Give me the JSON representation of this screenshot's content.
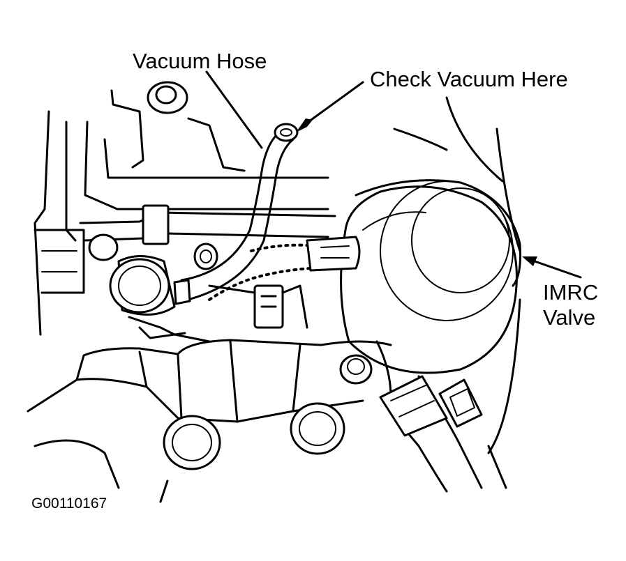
{
  "figure": {
    "labels": {
      "vacuum_hose": "Vacuum Hose",
      "check_vacuum": "Check Vacuum Here",
      "imrc_line1": "IMRC",
      "imrc_line2": "Valve"
    },
    "reference_code": "G00110167",
    "colors": {
      "ink": "#000000",
      "paper": "#ffffff"
    }
  }
}
